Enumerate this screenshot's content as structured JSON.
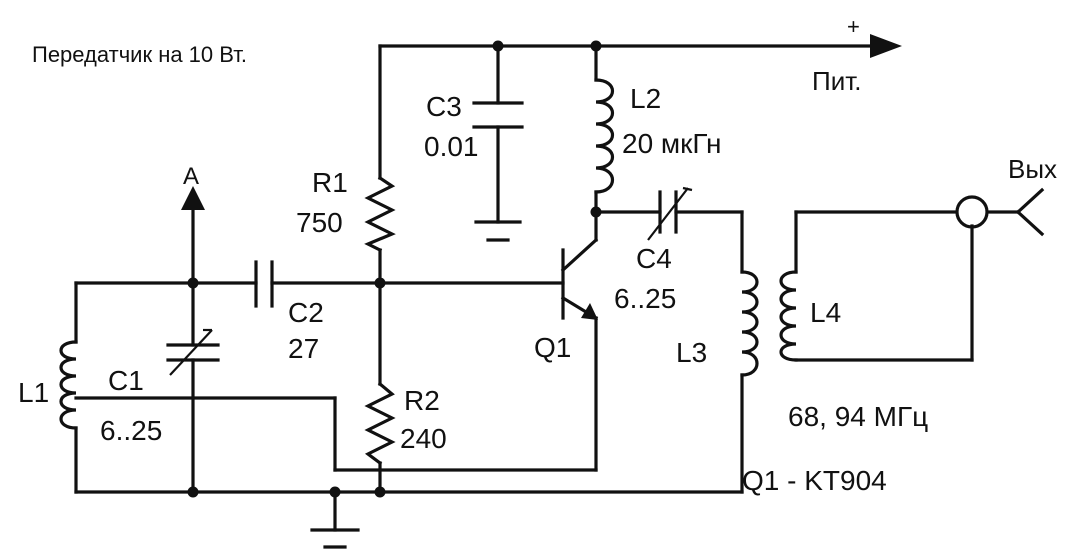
{
  "title": "Передатчик на 10 Вт.",
  "power": {
    "label": "Пит.",
    "sign": "+"
  },
  "antenna": {
    "label": "A"
  },
  "output": {
    "label": "Вых"
  },
  "frequency": "68, 94 МГц",
  "transistor_note": "Q1 - KT904",
  "components": {
    "R1": {
      "name": "R1",
      "value": "750"
    },
    "R2": {
      "name": "R2",
      "value": "240"
    },
    "C1": {
      "name": "C1",
      "value": "6..25"
    },
    "C2": {
      "name": "C2",
      "value": "27"
    },
    "C3": {
      "name": "C3",
      "value": "0.01"
    },
    "C4": {
      "name": "C4",
      "value": "6..25"
    },
    "L1": {
      "name": "L1"
    },
    "L2": {
      "name": "L2",
      "value": "20 мкГн"
    },
    "L3": {
      "name": "L3"
    },
    "L4": {
      "name": "L4"
    },
    "Q1": {
      "name": "Q1"
    }
  },
  "colors": {
    "ink": "#111111",
    "background": "#ffffff"
  }
}
